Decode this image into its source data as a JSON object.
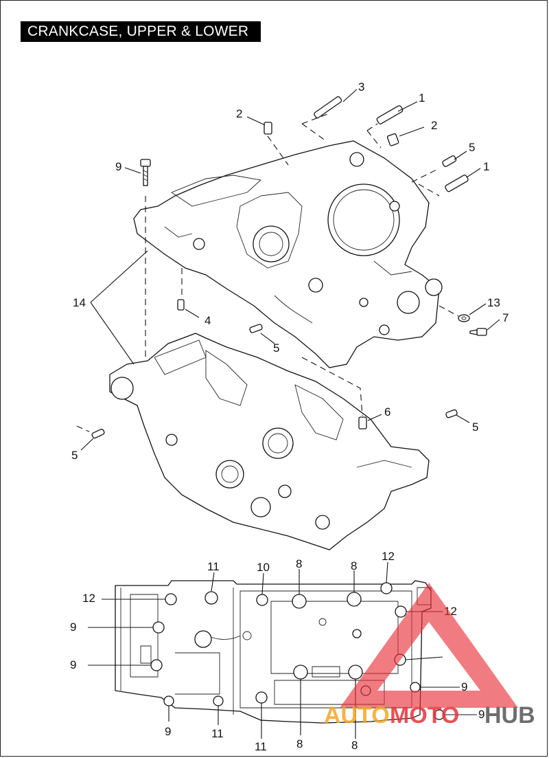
{
  "title": "CRANKCASE, UPPER & LOWER",
  "callouts": {
    "c1a": "1",
    "c1b": "1",
    "c2a": "2",
    "c2b": "2",
    "c3": "3",
    "c4": "4",
    "c5a": "5",
    "c5b": "5",
    "c5c": "5",
    "c5d": "5",
    "c6": "6",
    "c7": "7",
    "c9a": "9",
    "c13": "13",
    "c14": "14",
    "b11a": "11",
    "b10": "10",
    "b8a": "8",
    "b8b": "8",
    "b12a": "12",
    "b12b": "12",
    "b12c": "12",
    "b9a": "9",
    "b9b": "9",
    "b9c": "9",
    "b9d": "9",
    "b9e": "9",
    "b11b": "11",
    "b11c": "11",
    "b8c": "8",
    "b8d": "8"
  },
  "watermark": {
    "word1": "AUTO",
    "word2": "MOTO",
    "word3": "HUB"
  },
  "colors": {
    "watermark_red": "#e8323a",
    "watermark_orange": "#f5a623",
    "watermark_gray": "#555555"
  }
}
